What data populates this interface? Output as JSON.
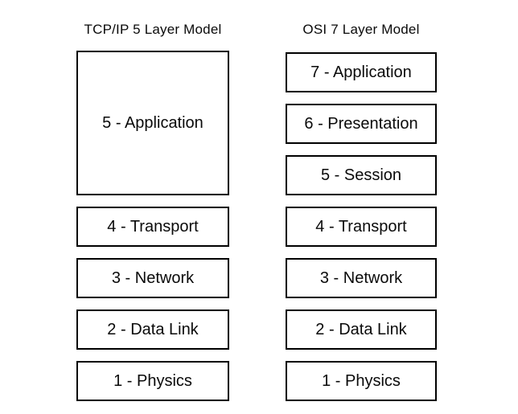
{
  "colors": {
    "background": "#ffffff",
    "box_border": "#000000",
    "text": "#0a0a0a"
  },
  "tcpip_model": {
    "title": "TCP/IP 5 Layer Model",
    "layers": [
      "5 - Application",
      "4 - Transport",
      "3 - Network",
      "2 - Data Link",
      "1 - Physics"
    ]
  },
  "osi_model": {
    "title": "OSI 7 Layer Model",
    "layers": [
      "7 - Application",
      "6 - Presentation",
      "5 - Session",
      "4 - Transport",
      "3 - Network",
      "2 - Data Link",
      "1 - Physics"
    ]
  }
}
